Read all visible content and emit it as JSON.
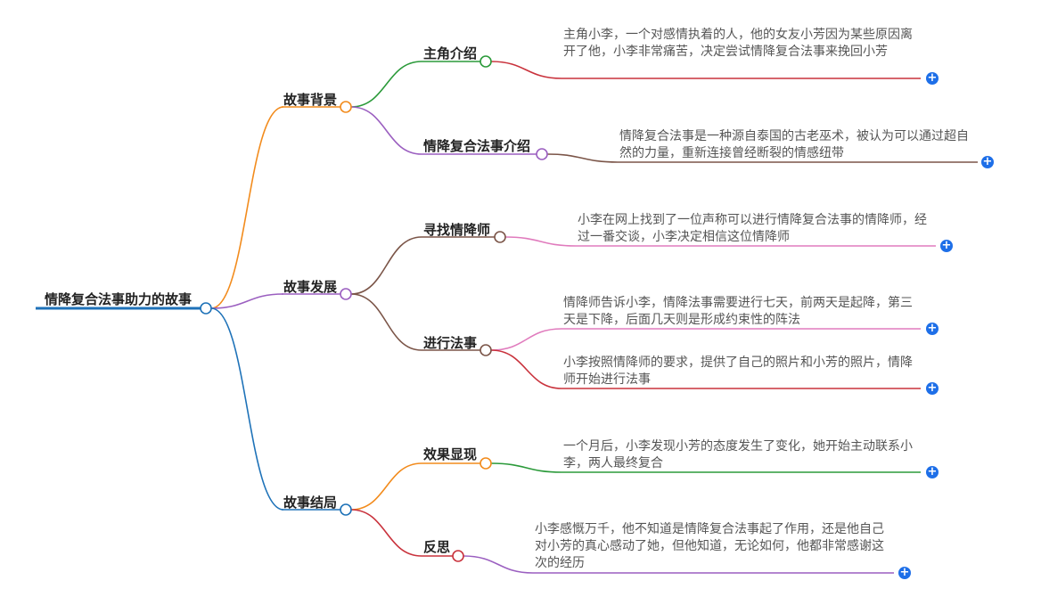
{
  "root": {
    "label": "情降复合法事助力的故事"
  },
  "branches": [
    {
      "label": "故事背景",
      "color": "#f28b1c",
      "children": [
        {
          "label": "主角介绍",
          "color": "#2b9a3a",
          "leaves": [
            {
              "text": "主角小李，一个对感情执着的人，他的女友小芳因为某些原因离开了他，小李非常痛苦，决定尝试情降复合法事来挽回小芳",
              "color": "#c9323c"
            }
          ]
        },
        {
          "label": "情降复合法事介绍",
          "color": "#9b5fc0",
          "leaves": [
            {
              "text": "情降复合法事是一种源自泰国的古老巫术，被认为可以通过超自然的力量，重新连接曾经断裂的情感纽带",
              "color": "#7b5548"
            }
          ]
        }
      ]
    },
    {
      "label": "故事发展",
      "color": "#9b5fc0",
      "children": [
        {
          "label": "寻找情降师",
          "color": "#7b5548",
          "leaves": [
            {
              "text": "小李在网上找到了一位声称可以进行情降复合法事的情降师，经过一番交谈，小李决定相信这位情降师",
              "color": "#e07bbd"
            }
          ]
        },
        {
          "label": "进行法事",
          "color": "#7b5548",
          "leaves": [
            {
              "text": "情降师告诉小李，情降法事需要进行七天，前两天是起降，第三天是下降，后面几天则是形成约束性的阵法",
              "color": "#e07bbd"
            },
            {
              "text": "小李按照情降师的要求，提供了自己的照片和小芳的照片，情降师开始进行法事",
              "color": "#c9323c"
            }
          ]
        }
      ]
    },
    {
      "label": "故事结局",
      "color": "#1e72b8",
      "children": [
        {
          "label": "效果显现",
          "color": "#f28b1c",
          "leaves": [
            {
              "text": "一个月后，小李发现小芳的态度发生了变化，她开始主动联系小李，两人最终复合",
              "color": "#2b9a3a"
            }
          ]
        },
        {
          "label": "反思",
          "color": "#c9323c",
          "leaves": [
            {
              "text": "小李感慨万千，他不知道是情降复合法事起了作用，还是他自己对小芳的真心感动了她，但他知道，无论如何，他都非常感谢这次的经历",
              "color": "#9b5fc0"
            }
          ]
        }
      ]
    }
  ],
  "expand_icon": "plus-icon",
  "expand_symbol": "+"
}
